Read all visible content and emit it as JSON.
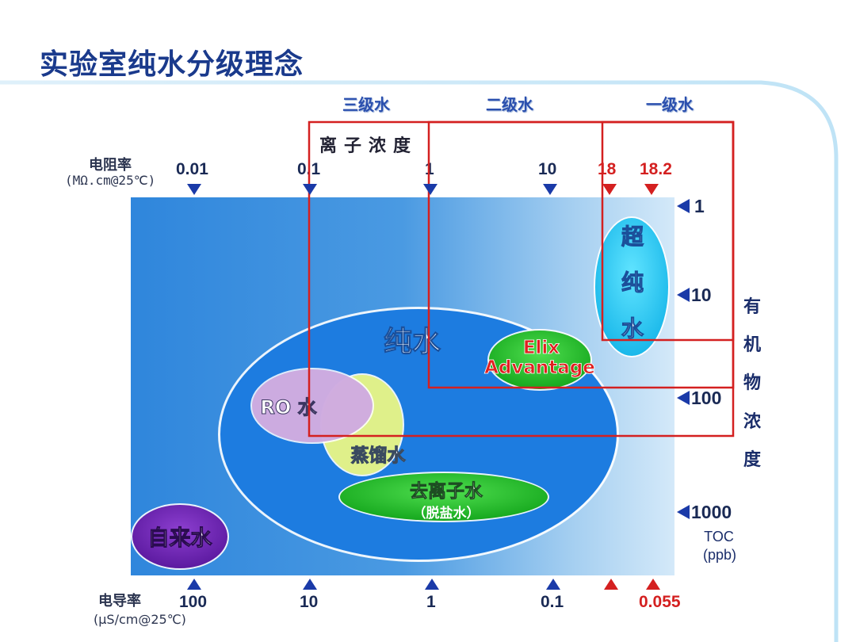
{
  "title": "实验室纯水分级理念",
  "grades": [
    "三级水",
    "二级水",
    "一级水"
  ],
  "ion_label": "离子浓度",
  "resistivity": {
    "label": "电阻率",
    "unit": "(MΩ.cm@25℃)",
    "ticks": [
      "0.01",
      "0.1",
      "1",
      "10",
      "18",
      "18.2"
    ]
  },
  "conductivity": {
    "label": "电导率",
    "unit": "(μS/cm@25℃)",
    "ticks": [
      "100",
      "10",
      "1",
      "0.1",
      "0.055"
    ]
  },
  "toc": {
    "ticks": [
      "1",
      "10",
      "100",
      "1000"
    ],
    "label": "TOC",
    "unit": "(ppb)",
    "side_label": [
      "有",
      "机",
      "物",
      "浓",
      "度"
    ]
  },
  "bubbles": {
    "pure_water": "纯水",
    "ultrapure": [
      "超",
      "纯",
      "水"
    ],
    "elix_line1": "Elix",
    "elix_line2": "Advantage",
    "ro": "RO 水",
    "distilled": "蒸馏水",
    "deionized": "去离子水",
    "deionized_sub": "（脱盐水）",
    "tap": "自来水"
  },
  "colors": {
    "title": "#1a3a8c",
    "frame": "#d42020",
    "marker_blue": "#1a3aa8",
    "marker_red": "#d42020"
  }
}
